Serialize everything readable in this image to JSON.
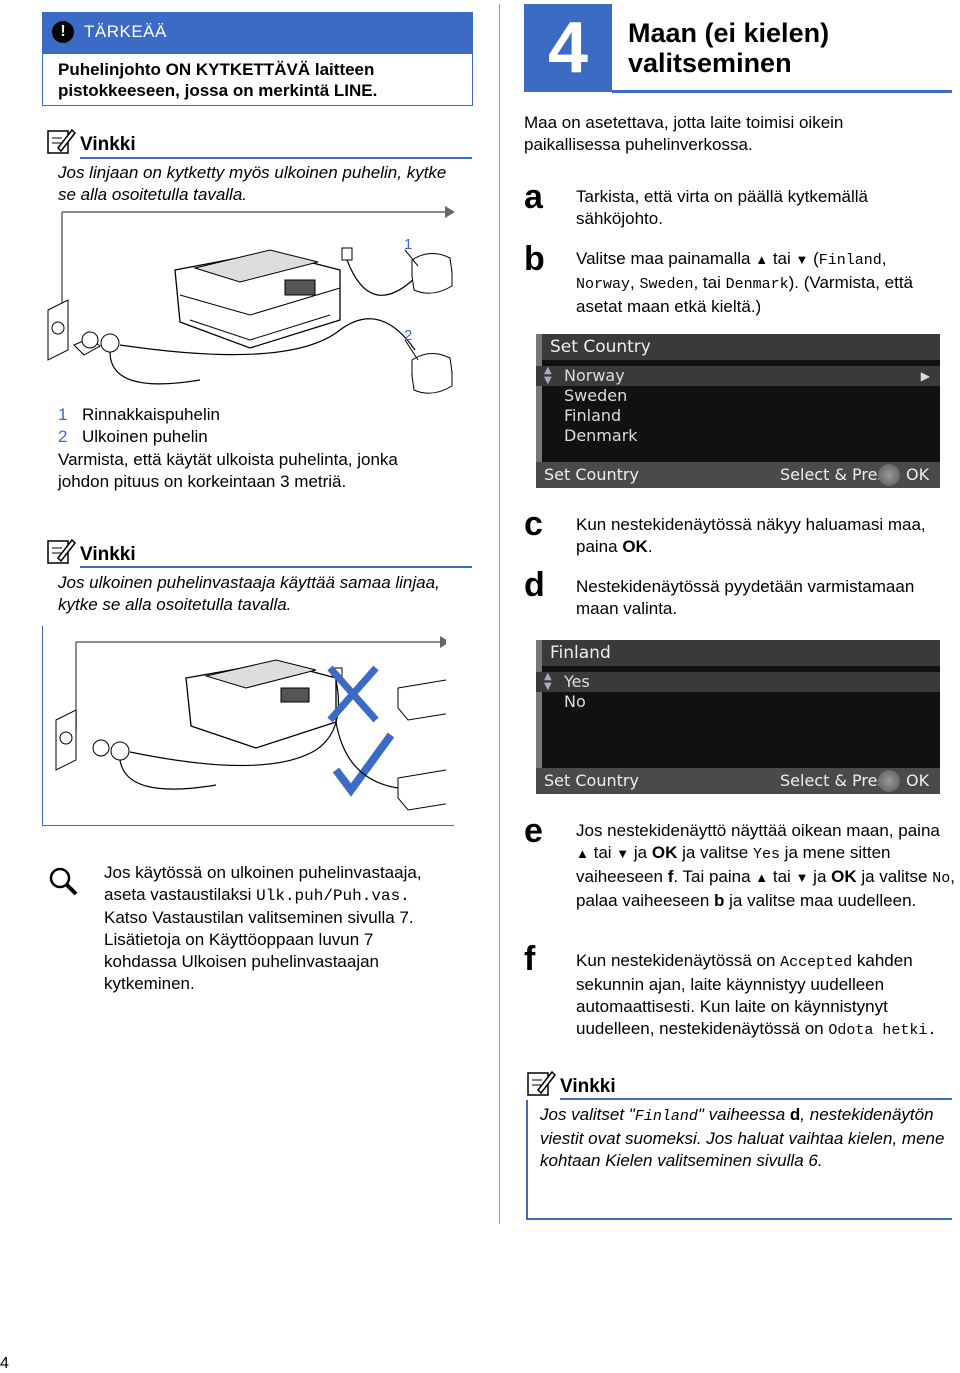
{
  "important": {
    "title": "TÄRKEÄÄ",
    "text": "Puhelinjohto ON KYTKETTÄVÄ laitteen pistokkeeseen, jossa on merkintä LINE."
  },
  "vinkki1": {
    "title": "Vinkki",
    "text": "Jos linjaan on kytketty myös ulkoinen puhelin, kytke se alla osoitetulla tavalla."
  },
  "diagram1": {
    "callout1": "1",
    "callout2": "2",
    "legend1_num": "1",
    "legend1": "Rinnakkaispuhelin",
    "legend2_num": "2",
    "legend2": "Ulkoinen puhelin",
    "note": "Varmista, että käytät ulkoista puhelinta, jonka johdon pituus on korkeintaan 3 metriä."
  },
  "vinkki2": {
    "title": "Vinkki",
    "text": "Jos ulkoinen puhelinvastaaja käyttää samaa linjaa, kytke se alla osoitetulla tavalla."
  },
  "info": {
    "line1": "Jos käytössä on ulkoinen puhelinvastaaja,",
    "line2_pre": "aseta vastaustilaksi ",
    "line2_code": "Ulk.puh/Puh.vas.",
    "line3": "Katso Vastaustilan valitseminen sivulla 7.",
    "line4": "Lisätietoja on Käyttöoppaan luvun 7",
    "line5": "kohdassa Ulkoisen puhelinvastaajan",
    "line6": "kytkeminen."
  },
  "step": {
    "number": "4",
    "title": "Maan (ei kielen) valitseminen",
    "intro": "Maa on asetettava, jotta laite toimisi oikein paikallisessa puhelinverkossa."
  },
  "steps": {
    "a_letter": "a",
    "a_text": "Tarkista, että virta on päällä kytkemällä sähköjohto.",
    "b_letter": "b",
    "b_t1": "Valitse maa painamalla ",
    "b_up": "▲",
    "b_t2": " tai ",
    "b_down": "▼",
    "b_t3": " (",
    "b_c1": "Finland",
    "b_t4": ", ",
    "b_c2": "Norway",
    "b_t5": ", ",
    "b_c3": "Sweden",
    "b_t6": ", tai ",
    "b_c4": "Denmark",
    "b_t7": "). (Varmista, että asetat maan etkä kieltä.)",
    "c_letter": "c",
    "c_t1": "Kun nestekidenäytössä näkyy haluamasi maa, paina ",
    "c_ok": "OK",
    "c_t2": ".",
    "d_letter": "d",
    "d_text": "Nestekidenäytössä pyydetään varmistamaan maan valinta.",
    "e_letter": "e",
    "e_t1": "Jos nestekidenäyttö näyttää oikean maan, paina ",
    "e_up": "▲",
    "e_t2": " tai ",
    "e_down": "▼",
    "e_t3": " ja ",
    "e_ok": "OK",
    "e_t4": " ja valitse ",
    "e_yes": "Yes",
    "e_t5": " ja mene sitten vaiheeseen ",
    "e_f": "f",
    "e_t6": ". Tai paina ",
    "e_up2": "▲",
    "e_t7": " tai ",
    "e_down2": "▼",
    "e_t8": " ja ",
    "e_ok2": "OK",
    "e_t9": " ja valitse ",
    "e_no": "No",
    "e_t10": ", palaa vaiheeseen ",
    "e_b": "b",
    "e_t11": " ja valitse maa uudelleen.",
    "f_letter": "f",
    "f_t1": "Kun nestekidenäytössä on ",
    "f_accepted": "Accepted",
    "f_t2": " kahden sekunnin ajan, laite käynnistyy uudelleen automaattisesti. Kun laite on käynnistynyt uudelleen, nestekidenäytössä on ",
    "f_odota": "Odota hetki."
  },
  "lcd1": {
    "header": "Set Country",
    "rows": [
      "Norway",
      "Sweden",
      "Finland",
      "Denmark"
    ],
    "footer_left": "Set Country",
    "footer_mid": "Select & Press",
    "footer_ok": "OK"
  },
  "lcd2": {
    "header": "Finland",
    "rows": [
      "Yes",
      "No"
    ],
    "footer_left": "Set Country",
    "footer_mid": "Select & Press",
    "footer_ok": "OK"
  },
  "vinkki3": {
    "title": "Vinkki",
    "t1": "Jos valitset \"",
    "code": "Finland",
    "t2": "\" vaiheessa ",
    "d": "d",
    "t3": ", nestekidenäytön viestit ovat suomeksi. Jos haluat vaihtaa kielen, mene kohtaan Kielen valitseminen sivulla 6."
  },
  "page_number": "4",
  "colors": {
    "accent": "#3b6bc4"
  }
}
